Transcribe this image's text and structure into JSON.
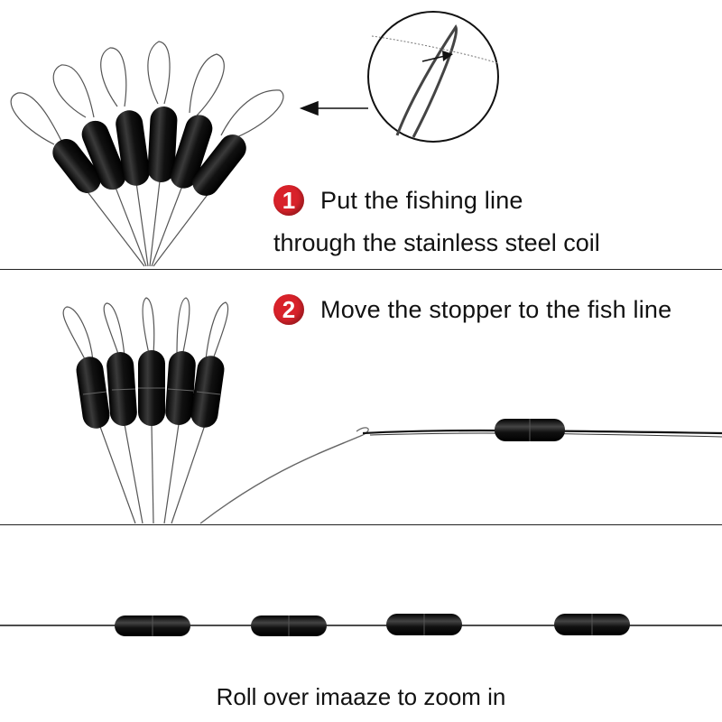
{
  "steps": [
    {
      "number": "1",
      "line1": "Put the fishing line",
      "line2": "through the stainless steel coil"
    },
    {
      "number": "2",
      "line1": "Move the stopper to the fish line"
    }
  ],
  "footer": "Roll over imaaze to zoom in",
  "colors": {
    "badge": "#d8222a",
    "stopper": "#111111",
    "line": "#222222"
  }
}
